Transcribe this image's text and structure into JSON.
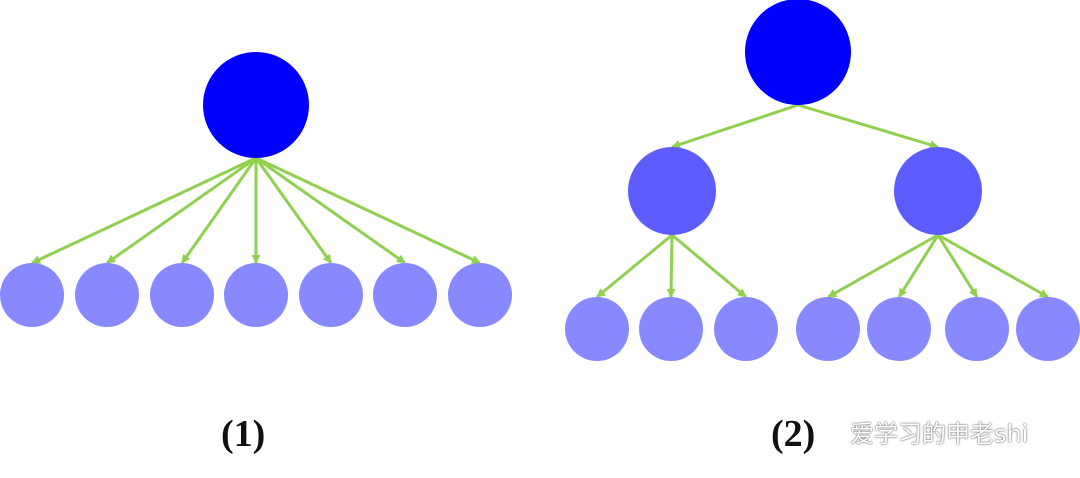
{
  "colors": {
    "root": "#0000ff",
    "middle": "#5c5cff",
    "leaf": "#8989ff",
    "edge": "#8fd14f"
  },
  "diagrams": [
    {
      "id": "flat-tree",
      "caption": "(1)",
      "root": {},
      "leaves": 7
    },
    {
      "id": "two-level-tree",
      "caption": "(2)",
      "root": {},
      "children": [
        {
          "leaves": 3
        },
        {
          "leaves": 4
        }
      ]
    }
  ],
  "watermark": {
    "icon": "wechat-icon",
    "text": "爱学习的申老shi"
  }
}
